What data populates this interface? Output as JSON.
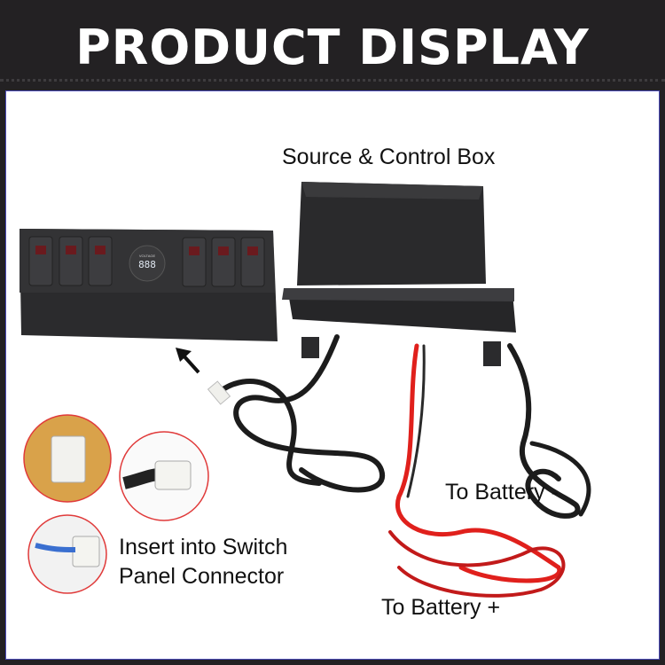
{
  "header": {
    "title": "PRODUCT DISPLAY"
  },
  "labels": {
    "control_box": "Source & Control Box",
    "battery_negative": "To Battery -",
    "battery_positive": "To Battery +",
    "connector_line1": "Insert into Switch",
    "connector_line2": "Panel Connector"
  },
  "switch_panel": {
    "voltmeter_label": "VOLTAGE",
    "voltmeter_reading": "888",
    "switch_count": 6
  },
  "colors": {
    "frame": "#232123",
    "panel": "#ffffff",
    "callout_ring": "#e03a3a",
    "power_cable": "#e0201c"
  }
}
